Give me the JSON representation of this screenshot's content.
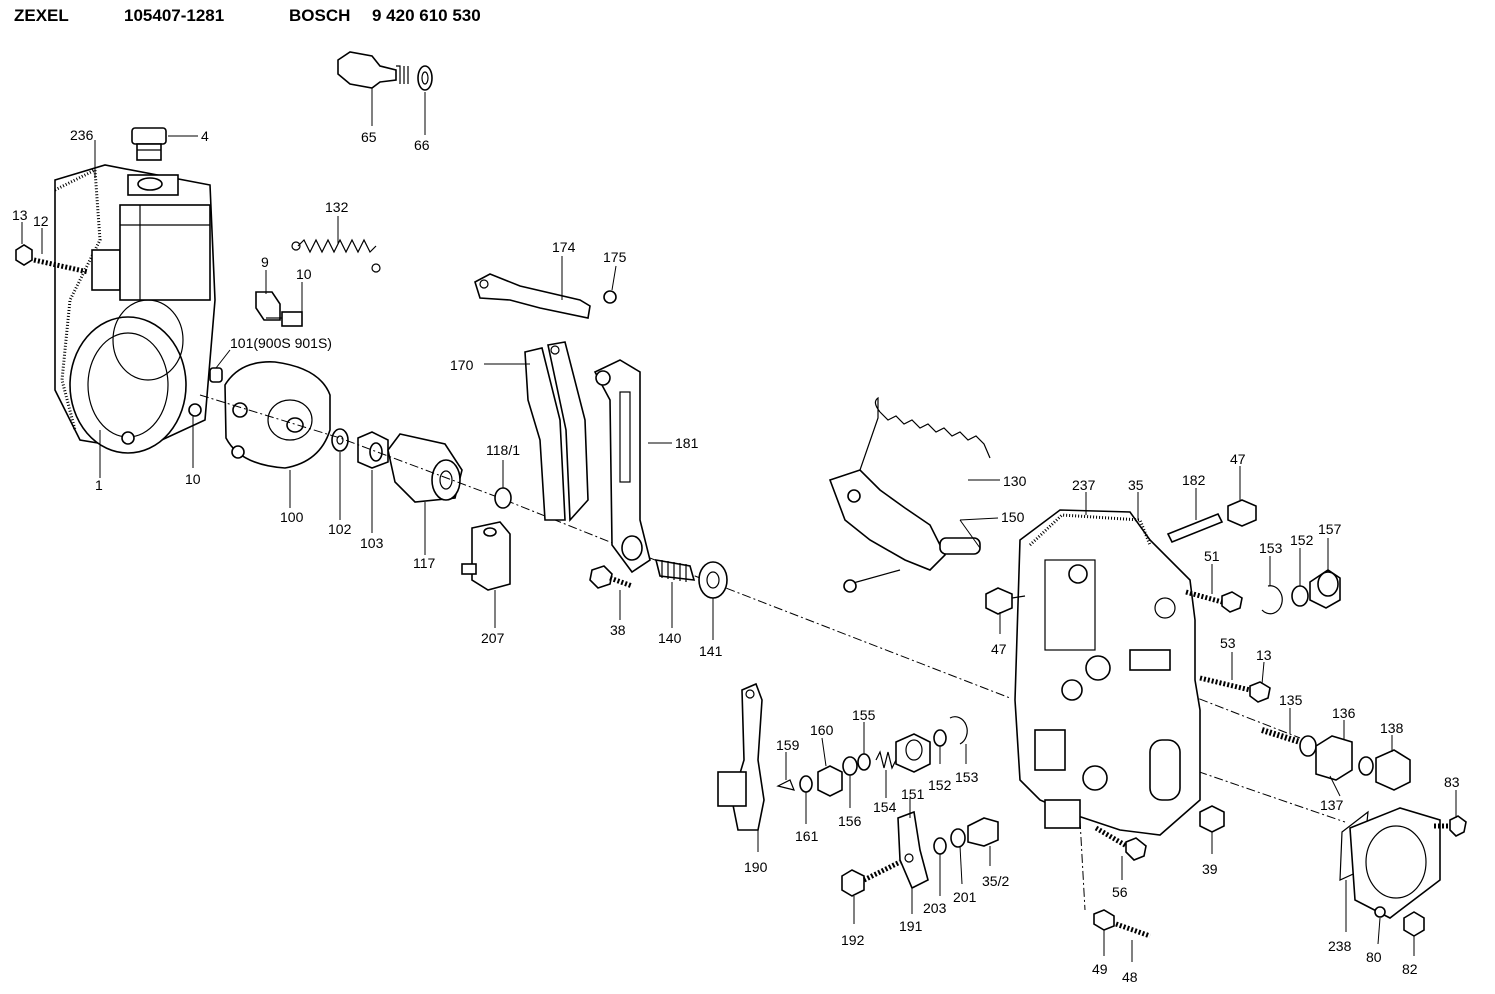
{
  "header": {
    "brand1": "ZEXEL",
    "part1": "105407-1281",
    "brand2": "BOSCH",
    "part2": "9 420 610 530"
  },
  "labels": {
    "p236": "236",
    "p4": "4",
    "p13a": "13",
    "p12": "12",
    "p132": "132",
    "p9": "9",
    "p10a": "10",
    "p101": "101(900S 901S)",
    "p1": "1",
    "p10b": "10",
    "p100": "100",
    "p102": "102",
    "p103": "103",
    "p117": "117",
    "p65": "65",
    "p66": "66",
    "p174": "174",
    "p175": "175",
    "p170": "170",
    "p118": "118/1",
    "p181": "181",
    "p207": "207",
    "p38": "38",
    "p140": "140",
    "p141": "141",
    "p130": "130",
    "p150": "150",
    "p237": "237",
    "p35": "35",
    "p182": "182",
    "p47a": "47",
    "p47b": "47",
    "p51": "51",
    "p153a": "153",
    "p152a": "152",
    "p157": "157",
    "p53": "53",
    "p13b": "13",
    "p135": "135",
    "p136": "136",
    "p138": "138",
    "p137": "137",
    "p83": "83",
    "p190": "190",
    "p159": "159",
    "p160": "160",
    "p155": "155",
    "p161": "161",
    "p156": "156",
    "p154": "154",
    "p151": "151",
    "p152b": "152",
    "p153b": "153",
    "p192": "192",
    "p191": "191",
    "p203": "203",
    "p201": "201",
    "p35_2": "35/2",
    "p56": "56",
    "p39": "39",
    "p49": "49",
    "p48": "48",
    "p238": "238",
    "p80": "80",
    "p82": "82"
  }
}
